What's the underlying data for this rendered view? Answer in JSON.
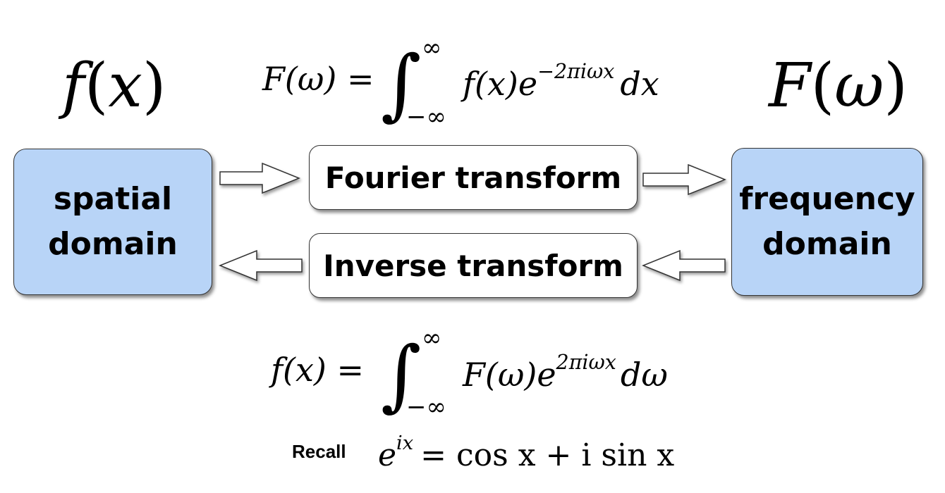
{
  "left_label": {
    "f": "f",
    "open": "(",
    "x": "x",
    "close": ")"
  },
  "right_label": {
    "F": "F",
    "open": "(",
    "w": "ω",
    "close": ")"
  },
  "forward_equation": {
    "lhs": "F(ω) =",
    "upper_limit": "∞",
    "lower_limit": "−∞",
    "integrand": "f(x)e",
    "exponent": "−2πiωx",
    "differential": "dx"
  },
  "inverse_equation": {
    "lhs": "f(x) =",
    "upper_limit": "∞",
    "lower_limit": "−∞",
    "integrand": "F(ω)e",
    "exponent": "2πiωx",
    "differential": "dω"
  },
  "boxes": {
    "spatial_line1": "spatial",
    "spatial_line2": "domain",
    "frequency_line1": "frequency",
    "frequency_line2": "domain",
    "fourier": "Fourier transform",
    "inverse": "Inverse transform"
  },
  "recall": {
    "label": "Recall",
    "base": "e",
    "exponent": "ix",
    "rhs_eq": "= cos x + i sin x"
  },
  "colors": {
    "domain_fill": "#b8d4f7",
    "box_border": "#333333"
  }
}
